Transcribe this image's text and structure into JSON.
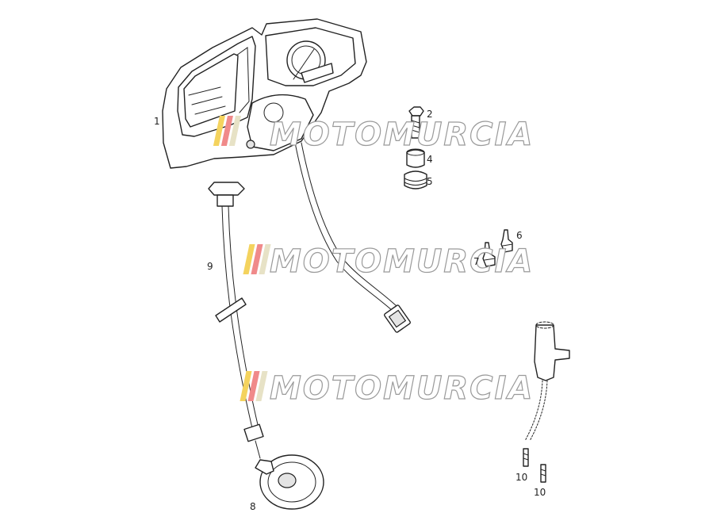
{
  "watermark": {
    "text": "MOTOMURCIA",
    "stripe_colors": [
      "#f4d35e",
      "#f08a8a",
      "#e7e2c6"
    ]
  },
  "callouts": [
    {
      "id": "1",
      "label": "1"
    },
    {
      "id": "2",
      "label": "2"
    },
    {
      "id": "4",
      "label": "4"
    },
    {
      "id": "5",
      "label": "5"
    },
    {
      "id": "6",
      "label": "6"
    },
    {
      "id": "7",
      "label": "7"
    },
    {
      "id": "8",
      "label": "8"
    },
    {
      "id": "9",
      "label": "9"
    },
    {
      "id": "10a",
      "label": "10"
    },
    {
      "id": "10b",
      "label": "10"
    }
  ]
}
